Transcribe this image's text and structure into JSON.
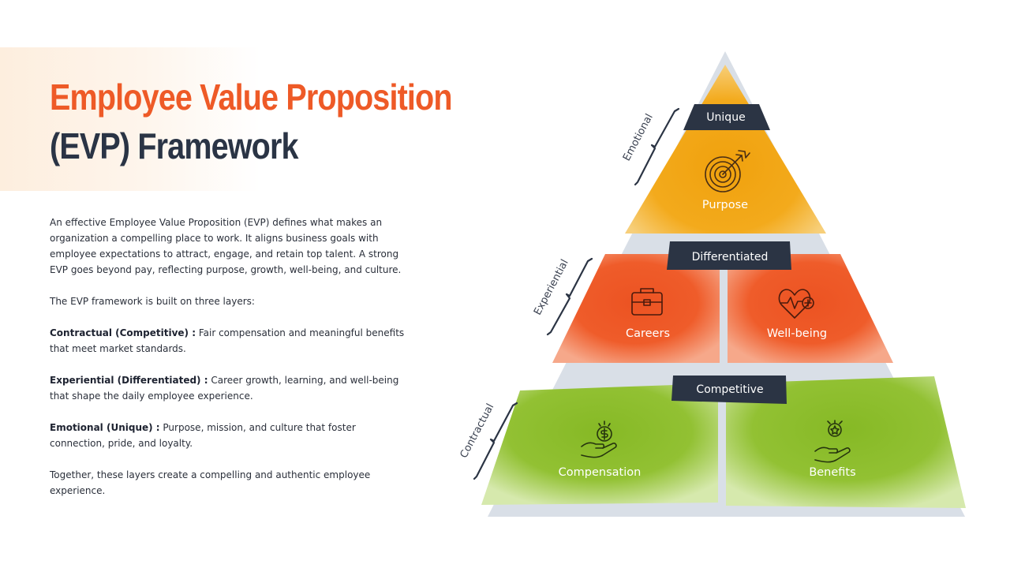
{
  "title": {
    "line1": "Employee Value Proposition",
    "line2": "(EVP) Framework"
  },
  "body": {
    "intro": "An effective Employee Value Proposition (EVP) defines what makes an organization a compelling place to work. It aligns business goals with employee expectations to attract, engage, and retain top talent. A strong EVP goes beyond pay, reflecting purpose, growth, well-being, and culture.",
    "layers_intro": "The EVP framework is built on three layers:",
    "items": [
      {
        "label": "Contractual (Competitive) :",
        "text": " Fair compensation and meaningful benefits that meet market standards."
      },
      {
        "label": "Experiential (Differentiated) :",
        "text": " Career growth, learning, and well-being that shape the daily employee experience."
      },
      {
        "label": "Emotional (Unique) :",
        "text": " Purpose, mission, and culture that foster connection, pride, and loyalty."
      }
    ],
    "closing": "Together, these layers create a compelling and authentic employee experience."
  },
  "pyramid": {
    "top": {
      "bar_label": "Unique",
      "side_label": "Emotional",
      "panels": [
        {
          "label": "Purpose",
          "icon": "target-icon"
        }
      ]
    },
    "middle": {
      "bar_label": "Differentiated",
      "side_label": "Experiential",
      "panels": [
        {
          "label": "Careers",
          "icon": "briefcase-icon"
        },
        {
          "label": "Well-being",
          "icon": "heart-pulse-icon"
        }
      ]
    },
    "bottom": {
      "bar_label": "Competitive",
      "side_label": "Contractual",
      "panels": [
        {
          "label": "Compensation",
          "icon": "money-hand-icon"
        },
        {
          "label": "Benefits",
          "icon": "award-hand-icon"
        }
      ]
    }
  },
  "colors": {
    "accent": "#ee5a27",
    "dark": "#2a3445",
    "top_tier": "#f2a514",
    "middle_tier": "#ee5a27",
    "bottom_tier": "#8ebd2c",
    "pyramid_base": "#d9dfe7"
  }
}
